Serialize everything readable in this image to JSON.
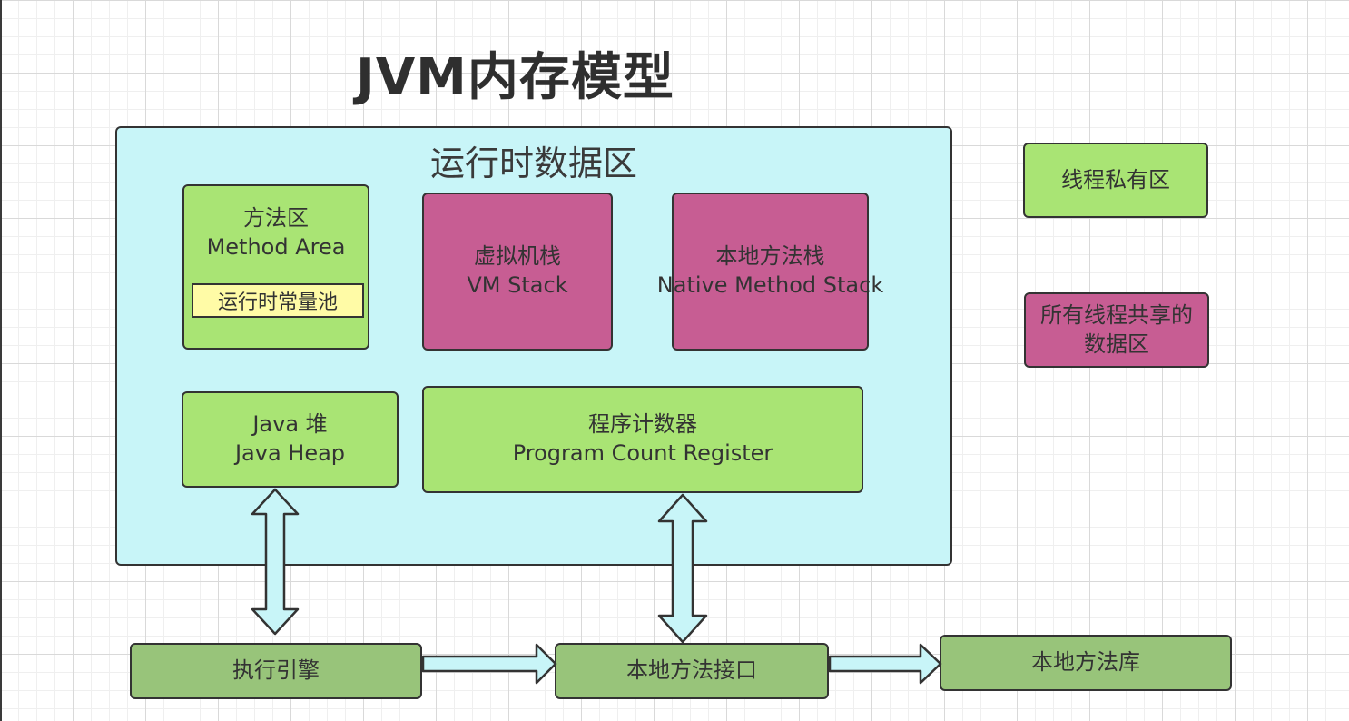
{
  "title": "JVM内存模型",
  "runtime_area": {
    "label": "运行时数据区",
    "method_area": {
      "name_cn": "方法区",
      "name_en": "Method Area",
      "constant_pool": "运行时常量池"
    },
    "vm_stack": {
      "name_cn": "虚拟机栈",
      "name_en": "VM Stack"
    },
    "native_method_stack": {
      "name_cn": "本地方法栈",
      "name_en": "Native Method Stack"
    },
    "java_heap": {
      "name_cn": "Java 堆",
      "name_en": "Java Heap"
    },
    "program_counter": {
      "name_cn": "程序计数器",
      "name_en": "Program Count Register"
    }
  },
  "legend": {
    "thread_private": "线程私有区",
    "shared_line1": "所有线程共享的",
    "shared_line2": "数据区"
  },
  "bottom": {
    "execution_engine": "执行引擎",
    "native_interface": "本地方法接口",
    "native_library": "本地方法库"
  },
  "colors": {
    "runtime_bg": "#c8f5f8",
    "thread_private": "#a9e474",
    "shared": "#c75d93",
    "constant_pool": "#fffba6",
    "bottom_boxes": "#98c47a",
    "arrow_fill": "#c8f5f8"
  }
}
